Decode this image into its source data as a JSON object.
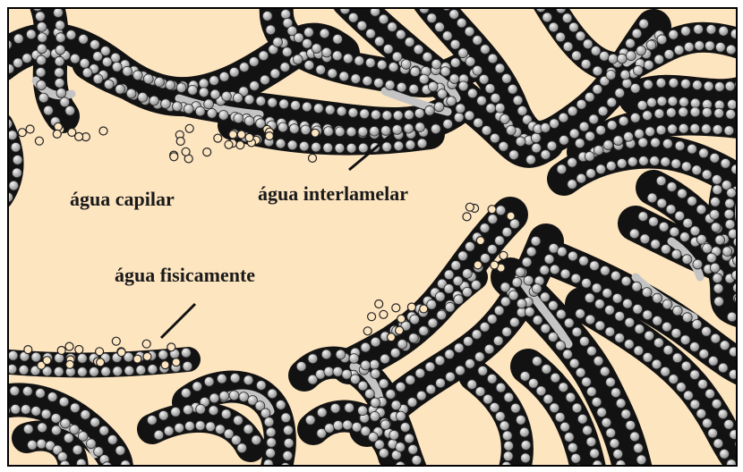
{
  "labels": {
    "capillary": "água capilar",
    "interlamellar": "água interlamelar",
    "physical": "água fisicamente"
  },
  "colors": {
    "background": "#fde5c0",
    "clay_band": "#121212",
    "particle_fill": "#b9b9b9",
    "lamella_fill": "#c4c4c4",
    "text": "#1a1a1a"
  }
}
